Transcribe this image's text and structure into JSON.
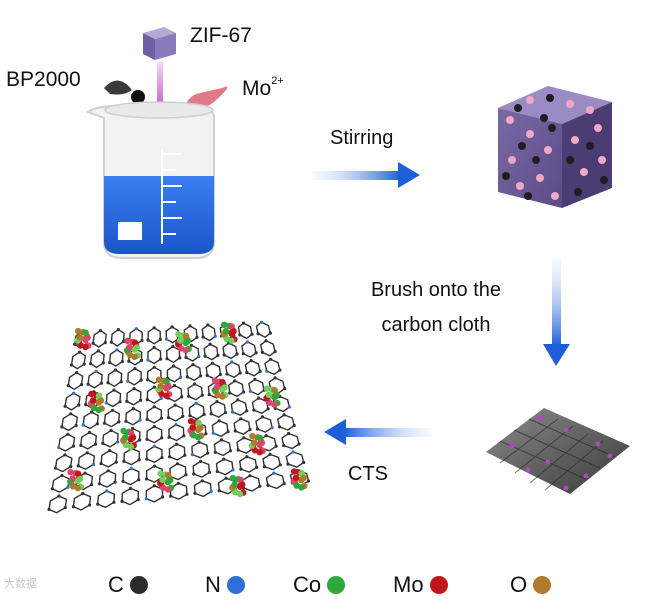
{
  "labels": {
    "zif": "ZIF-67",
    "bp": "BP2000",
    "mo_base": "Mo",
    "mo_sup": "2+",
    "stirring": "Stirring",
    "brush_line1": "Brush onto the",
    "brush_line2": "carbon cloth",
    "cts": "CTS"
  },
  "legend": [
    {
      "symbol": "C",
      "color": "#2b2b2b"
    },
    {
      "symbol": "N",
      "color": "#2f6fd6"
    },
    {
      "symbol": "Co",
      "color": "#2ea83a"
    },
    {
      "symbol": "Mo",
      "color": "#c2161c"
    },
    {
      "symbol": "O",
      "color": "#b07a2c"
    }
  ],
  "watermark": "大数据"
}
